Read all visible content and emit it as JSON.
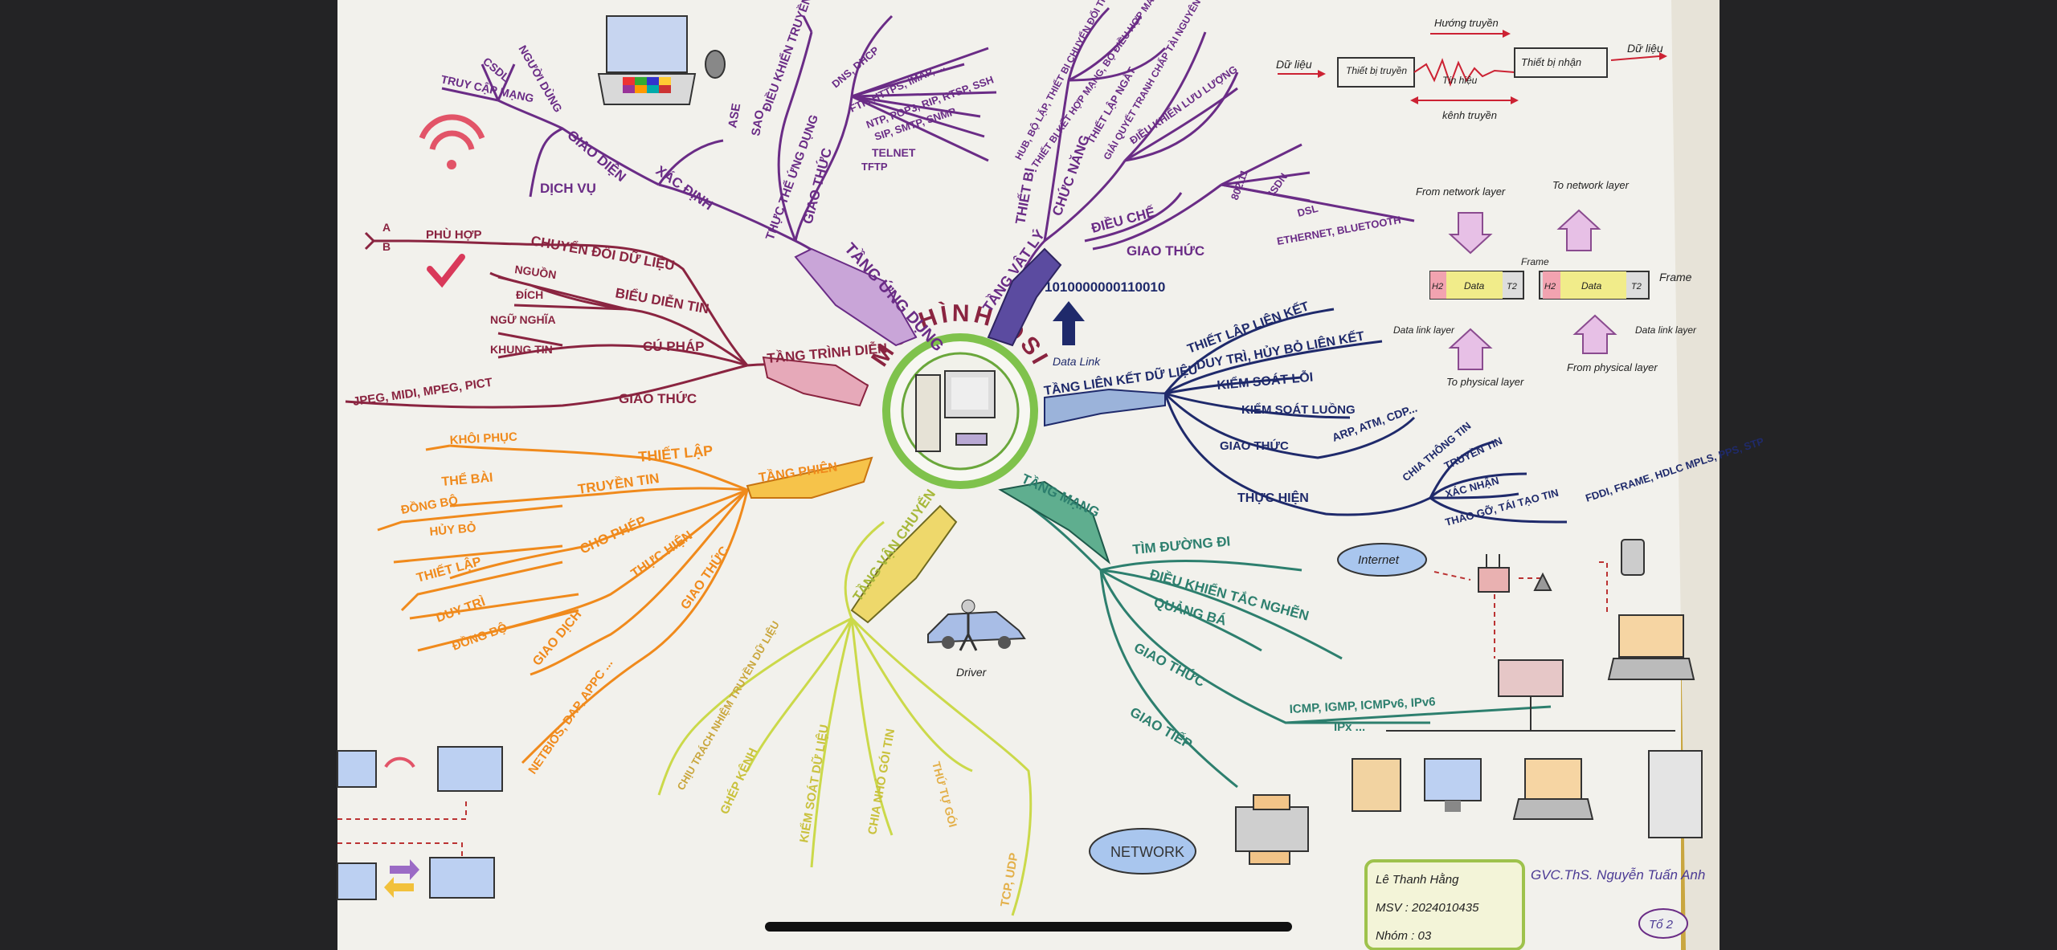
{
  "center": {
    "title": "MÔ HÌNH OSI"
  },
  "layers": {
    "application": {
      "title": "TẦNG ỨNG DỤNG",
      "branches": [
        "GIAO DIỆN",
        "XÁC ĐỊNH",
        "DỊCH VỤ",
        "THỰC THỂ ỨNG DỤNG",
        "GIAO THỨC",
        "ĐIỀU KHIỂN TRUYỀN THÔNG",
        "ASE",
        "SAO"
      ],
      "leaves": [
        "TRUY CẬP MẠNG",
        "CSDL",
        "NGƯỜI DÙNG"
      ],
      "protocols": [
        "DNS, DHCP",
        "FTP, HTTPS, IMAP, ...",
        "NTP, POP3, RIP, RTSP, SSH",
        "SIP, SMTP, SNMP",
        "TELNET",
        "TFTP"
      ]
    },
    "physical": {
      "title": "TẦNG VẬT LÝ",
      "branches": [
        "THIẾT BỊ",
        "CHỨC NĂNG",
        "ĐIỀU CHẾ",
        "GIAO THỨC"
      ],
      "devices": [
        "HUB, BỘ LẶP, THIẾT BỊ CHUYỂN ĐỔI TÍN",
        "THIẾT BỊ KẾT HỢP MẠNG, BỘ ĐIỀU HỢP MÁY CHỦ"
      ],
      "functions": [
        "THIẾT LẬP NGẮT",
        "GIẢI QUYẾT TRANH CHẤP TÀI NGUYÊN",
        "ĐIỀU KHIỂN LƯU LƯỢNG"
      ],
      "protocols": [
        "802.11",
        "ISDN",
        "DSL",
        "ETHERNET, BLUETOOTH"
      ],
      "bits": "1010000000110010",
      "data_link_label": "Data Link"
    },
    "presentation": {
      "title": "TẦNG TRÌNH DIỄN",
      "branches": [
        "CHUYỂN ĐỔI DỮ LIỆU",
        "BIỂU DIỄN TIN",
        "CÚ PHÁP",
        "GIAO THỨC"
      ],
      "leaves": [
        "PHÙ HỢP",
        "NGUỒN",
        "ĐÍCH",
        "NGỮ NGHĨA",
        "KHUNG TIN"
      ],
      "ab": [
        "A",
        "B"
      ],
      "protocols": "JPEG, MIDI, MPEG, PICT"
    },
    "datalink": {
      "title": "TẦNG LIÊN KẾT DỮ LIỆU",
      "branches": [
        "THIẾT LẬP LIÊN KẾT",
        "DUY TRÌ, HỦY BỎ LIÊN KẾT",
        "KIỂM SOÁT LỖI",
        "KIỂM SOÁT LUỒNG",
        "GIAO THỨC",
        "THỰC HIỆN"
      ],
      "protocols": "ARP, ATM, CDP...",
      "execution": [
        "CHIA THÔNG TIN",
        "TRUYỀN TIN",
        "XÁC NHẬN",
        "THÁO GỠ, TÁI TẠO TIN"
      ],
      "frames": "FDDI, FRAME, HDLC MPLS, PPS, STP"
    },
    "session": {
      "title": "TẦNG PHIÊN",
      "branches": [
        "THIẾT LẬP",
        "TRUYỀN TIN",
        "CHO PHÉP",
        "THỰC HIỆN",
        "GIAO DỊCH",
        "GIAO THỨC"
      ],
      "leaves": [
        "KHÔI PHỤC",
        "THỂ BÀI",
        "ĐỒNG BỘ",
        "HỦY BỎ",
        "THIẾT LẬP",
        "DUY TRÌ",
        "ĐỒNG BỘ"
      ],
      "protocols": "NETBIOS, DAP, APPC ..."
    },
    "network": {
      "title": "TẦNG MẠNG",
      "branches": [
        "TÌM ĐƯỜNG ĐI",
        "ĐIỀU KHIỂN TẮC NGHẼN",
        "QUẢNG BÁ",
        "GIAO THỨC",
        "GIAO TIẾP"
      ],
      "protocols": [
        "ICMP, IGMP, ICMPv6, IPv6",
        "IPx ..."
      ]
    },
    "transport": {
      "title": "TẦNG VẬN CHUYỂN",
      "branches": [
        "CHỊU TRÁCH NHIỆM TRUYỀN DỮ LIỆU",
        "GHÉP KÊNH",
        "KIỂM SOÁT DỮ LIỆU",
        "CHIA NHỎ GÓI TIN",
        "THỨ TỰ GÓI",
        "TCP, UDP"
      ],
      "driver_label": "Driver"
    }
  },
  "signal_diagram": {
    "source_data": "Dữ liệu",
    "transmitter": "Thiết bị truyền",
    "direction": "Hướng truyền",
    "signal": "Tín hiệu",
    "receiver": "Thiết bị nhận",
    "dest_data": "Dữ liệu",
    "channel": "kênh truyền"
  },
  "frame_diagram": {
    "from_network": "From network layer",
    "to_network": "To network layer",
    "frame": "Frame",
    "frame_right": "Frame",
    "data": "Data",
    "h2": "H2",
    "t2": "T2",
    "dll_left": "Data link layer",
    "dll_right": "Data link layer",
    "to_physical": "To physical layer",
    "from_physical": "From physical layer"
  },
  "misc": {
    "internet": "Internet",
    "network_cloud": "NETWORK"
  },
  "credits": {
    "name": "Lê Thanh Hằng",
    "msv": "MSV : 2024010435",
    "group": "Nhóm : 03",
    "teacher": "GVC.ThS. Nguyễn Tuấn Anh",
    "team": "Tổ 2"
  },
  "colors": {
    "purple": "#6a2c86",
    "maroon": "#8a2440",
    "orange": "#f08a1c",
    "yellowgreen": "#c9d94a",
    "teal": "#2d7f6e",
    "navy": "#1f2a6b",
    "paper": "#f4f3ee"
  }
}
